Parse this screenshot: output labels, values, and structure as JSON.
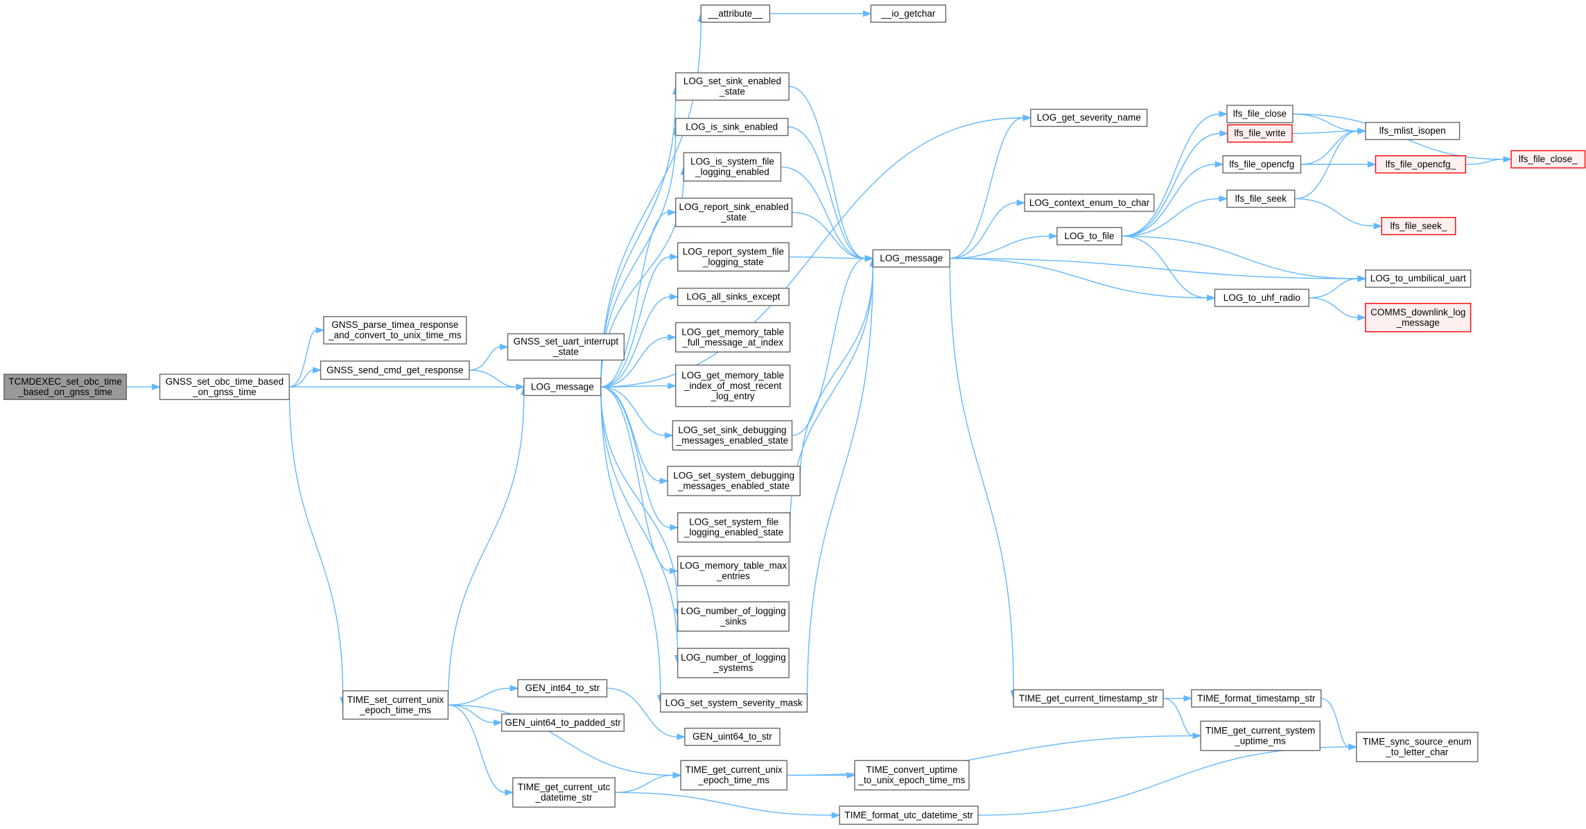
{
  "colors": {
    "edge": "#63b8ff",
    "node_border": "#666666",
    "root_fill": "#999999",
    "node_fill": "#ffffff",
    "truncated_border": "#ff0000"
  },
  "nodes": [
    {
      "id": "root",
      "lines": [
        "TCMDEXEC_set_obc_time",
        "_based_on_gnss_time"
      ],
      "style": "root"
    },
    {
      "id": "gnss_set",
      "lines": [
        "GNSS_set_obc_time_based",
        "_on_gnss_time"
      ]
    },
    {
      "id": "gnss_parse",
      "lines": [
        "GNSS_parse_timea_response",
        "_and_convert_to_unix_time_ms"
      ]
    },
    {
      "id": "gnss_send",
      "lines": [
        "GNSS_send_cmd_get_response"
      ]
    },
    {
      "id": "gnss_uart",
      "lines": [
        "GNSS_set_uart_interrupt",
        "_state"
      ]
    },
    {
      "id": "log_msg_a",
      "lines": [
        "LOG_message"
      ]
    },
    {
      "id": "time_set_unix",
      "lines": [
        "TIME_set_current_unix",
        "_epoch_time_ms"
      ]
    },
    {
      "id": "attribute",
      "lines": [
        "__attribute__"
      ]
    },
    {
      "id": "io_getchar",
      "lines": [
        "__io_getchar"
      ]
    },
    {
      "id": "set_sink_en",
      "lines": [
        "LOG_set_sink_enabled",
        "_state"
      ]
    },
    {
      "id": "is_sink_en",
      "lines": [
        "LOG_is_sink_enabled"
      ]
    },
    {
      "id": "is_sys_file",
      "lines": [
        "LOG_is_system_file",
        "_logging_enabled"
      ]
    },
    {
      "id": "report_sink",
      "lines": [
        "LOG_report_sink_enabled",
        "_state"
      ]
    },
    {
      "id": "report_sys_file",
      "lines": [
        "LOG_report_system_file",
        "_logging_state"
      ]
    },
    {
      "id": "all_sinks",
      "lines": [
        "LOG_all_sinks_except"
      ]
    },
    {
      "id": "mem_full",
      "lines": [
        "LOG_get_memory_table",
        "_full_message_at_index"
      ]
    },
    {
      "id": "mem_idx",
      "lines": [
        "LOG_get_memory_table",
        "_index_of_most_recent",
        "_log_entry"
      ]
    },
    {
      "id": "set_sink_dbg",
      "lines": [
        "LOG_set_sink_debugging",
        "_messages_enabled_state"
      ]
    },
    {
      "id": "set_sys_dbg",
      "lines": [
        "LOG_set_system_debugging",
        "_messages_enabled_state"
      ]
    },
    {
      "id": "set_sys_file",
      "lines": [
        "LOG_set_system_file",
        "_logging_enabled_state"
      ]
    },
    {
      "id": "mem_max",
      "lines": [
        "LOG_memory_table_max",
        "_entries"
      ]
    },
    {
      "id": "num_sinks",
      "lines": [
        "LOG_number_of_logging",
        "_sinks"
      ]
    },
    {
      "id": "num_systems",
      "lines": [
        "LOG_number_of_logging",
        "_systems"
      ]
    },
    {
      "id": "set_sev_mask",
      "lines": [
        "LOG_set_system_severity_mask"
      ]
    },
    {
      "id": "log_msg_b",
      "lines": [
        "LOG_message"
      ]
    },
    {
      "id": "get_sev_name",
      "lines": [
        "LOG_get_severity_name"
      ]
    },
    {
      "id": "ctx_enum",
      "lines": [
        "LOG_context_enum_to_char"
      ]
    },
    {
      "id": "log_to_file",
      "lines": [
        "LOG_to_file"
      ]
    },
    {
      "id": "lfs_close",
      "lines": [
        "lfs_file_close"
      ]
    },
    {
      "id": "lfs_write",
      "lines": [
        "lfs_file_write"
      ],
      "style": "red"
    },
    {
      "id": "lfs_opencfg",
      "lines": [
        "lfs_file_opencfg"
      ]
    },
    {
      "id": "lfs_seek",
      "lines": [
        "lfs_file_seek"
      ]
    },
    {
      "id": "lfs_mlist",
      "lines": [
        "lfs_mlist_isopen"
      ]
    },
    {
      "id": "lfs_close_",
      "lines": [
        "lfs_file_close_"
      ],
      "style": "red"
    },
    {
      "id": "lfs_opencfg_",
      "lines": [
        "lfs_file_opencfg_"
      ],
      "style": "red"
    },
    {
      "id": "lfs_seek_",
      "lines": [
        "lfs_file_seek_"
      ],
      "style": "red"
    },
    {
      "id": "log_umb",
      "lines": [
        "LOG_to_umbilical_uart"
      ]
    },
    {
      "id": "log_uhf",
      "lines": [
        "LOG_to_uhf_radio"
      ]
    },
    {
      "id": "comms_dl",
      "lines": [
        "COMMS_downlink_log",
        "_message"
      ],
      "style": "red"
    },
    {
      "id": "time_ts_str",
      "lines": [
        "TIME_get_current_timestamp_str"
      ]
    },
    {
      "id": "time_fmt_ts",
      "lines": [
        "TIME_format_timestamp_str"
      ]
    },
    {
      "id": "time_sys_up",
      "lines": [
        "TIME_get_current_system",
        "_uptime_ms"
      ]
    },
    {
      "id": "time_sync_src",
      "lines": [
        "TIME_sync_source_enum",
        "_to_letter_char"
      ]
    },
    {
      "id": "gen_int64",
      "lines": [
        "GEN_int64_to_str"
      ]
    },
    {
      "id": "gen_uint64_pad",
      "lines": [
        "GEN_uint64_to_padded_str"
      ]
    },
    {
      "id": "gen_uint64",
      "lines": [
        "GEN_uint64_to_str"
      ]
    },
    {
      "id": "time_get_unix",
      "lines": [
        "TIME_get_current_unix",
        "_epoch_time_ms"
      ]
    },
    {
      "id": "time_conv_up",
      "lines": [
        "TIME_convert_uptime",
        "_to_unix_epoch_time_ms"
      ]
    },
    {
      "id": "time_utc_dt",
      "lines": [
        "TIME_get_current_utc",
        "_datetime_str"
      ]
    },
    {
      "id": "time_fmt_utc",
      "lines": [
        "TIME_format_utc_datetime_str"
      ]
    }
  ],
  "edges": [
    [
      "root",
      "gnss_set"
    ],
    [
      "gnss_set",
      "gnss_parse"
    ],
    [
      "gnss_set",
      "gnss_send"
    ],
    [
      "gnss_set",
      "log_msg_a"
    ],
    [
      "gnss_set",
      "time_set_unix"
    ],
    [
      "gnss_send",
      "gnss_uart"
    ],
    [
      "gnss_send",
      "log_msg_a"
    ],
    [
      "time_set_unix",
      "log_msg_a"
    ],
    [
      "time_set_unix",
      "gen_int64"
    ],
    [
      "time_set_unix",
      "gen_uint64_pad"
    ],
    [
      "time_set_unix",
      "time_get_unix"
    ],
    [
      "time_set_unix",
      "time_utc_dt"
    ],
    [
      "log_msg_a",
      "attribute"
    ],
    [
      "log_msg_a",
      "get_sev_name"
    ],
    [
      "log_msg_a",
      "set_sink_en"
    ],
    [
      "log_msg_a",
      "is_sink_en"
    ],
    [
      "log_msg_a",
      "is_sys_file"
    ],
    [
      "log_msg_a",
      "report_sink"
    ],
    [
      "log_msg_a",
      "report_sys_file"
    ],
    [
      "log_msg_a",
      "all_sinks"
    ],
    [
      "log_msg_a",
      "mem_full"
    ],
    [
      "log_msg_a",
      "mem_idx"
    ],
    [
      "log_msg_a",
      "set_sink_dbg"
    ],
    [
      "log_msg_a",
      "set_sys_dbg"
    ],
    [
      "log_msg_a",
      "set_sys_file"
    ],
    [
      "log_msg_a",
      "mem_max"
    ],
    [
      "log_msg_a",
      "num_sinks"
    ],
    [
      "log_msg_a",
      "num_systems"
    ],
    [
      "log_msg_a",
      "set_sev_mask"
    ],
    [
      "attribute",
      "io_getchar"
    ],
    [
      "set_sink_en",
      "log_msg_b"
    ],
    [
      "is_sink_en",
      "log_msg_b"
    ],
    [
      "is_sys_file",
      "log_msg_b"
    ],
    [
      "report_sink",
      "log_msg_b"
    ],
    [
      "report_sys_file",
      "log_msg_b"
    ],
    [
      "set_sink_dbg",
      "log_msg_b"
    ],
    [
      "set_sys_dbg",
      "log_msg_b"
    ],
    [
      "set_sys_file",
      "log_msg_b"
    ],
    [
      "set_sev_mask",
      "log_msg_b"
    ],
    [
      "log_msg_b",
      "get_sev_name"
    ],
    [
      "log_msg_b",
      "ctx_enum"
    ],
    [
      "log_msg_b",
      "log_to_file"
    ],
    [
      "log_msg_b",
      "log_uhf"
    ],
    [
      "log_msg_b",
      "log_umb"
    ],
    [
      "log_msg_b",
      "time_ts_str"
    ],
    [
      "log_to_file",
      "lfs_close"
    ],
    [
      "log_to_file",
      "lfs_write"
    ],
    [
      "log_to_file",
      "lfs_opencfg"
    ],
    [
      "log_to_file",
      "lfs_seek"
    ],
    [
      "log_to_file",
      "log_umb"
    ],
    [
      "log_to_file",
      "log_uhf"
    ],
    [
      "lfs_close",
      "lfs_mlist"
    ],
    [
      "lfs_close",
      "lfs_close_"
    ],
    [
      "lfs_write",
      "lfs_mlist"
    ],
    [
      "lfs_opencfg",
      "lfs_mlist"
    ],
    [
      "lfs_opencfg",
      "lfs_opencfg_"
    ],
    [
      "lfs_opencfg_",
      "lfs_close_"
    ],
    [
      "lfs_seek",
      "lfs_mlist"
    ],
    [
      "lfs_seek",
      "lfs_seek_"
    ],
    [
      "log_uhf",
      "log_umb"
    ],
    [
      "log_uhf",
      "comms_dl"
    ],
    [
      "time_ts_str",
      "time_fmt_ts"
    ],
    [
      "time_ts_str",
      "time_sys_up"
    ],
    [
      "time_fmt_ts",
      "time_sync_src"
    ],
    [
      "gen_int64",
      "gen_uint64"
    ],
    [
      "time_get_unix",
      "time_sys_up"
    ],
    [
      "time_get_unix",
      "time_conv_up"
    ],
    [
      "time_utc_dt",
      "time_get_unix"
    ],
    [
      "time_utc_dt",
      "time_fmt_utc"
    ],
    [
      "time_fmt_utc",
      "time_sync_src"
    ]
  ]
}
